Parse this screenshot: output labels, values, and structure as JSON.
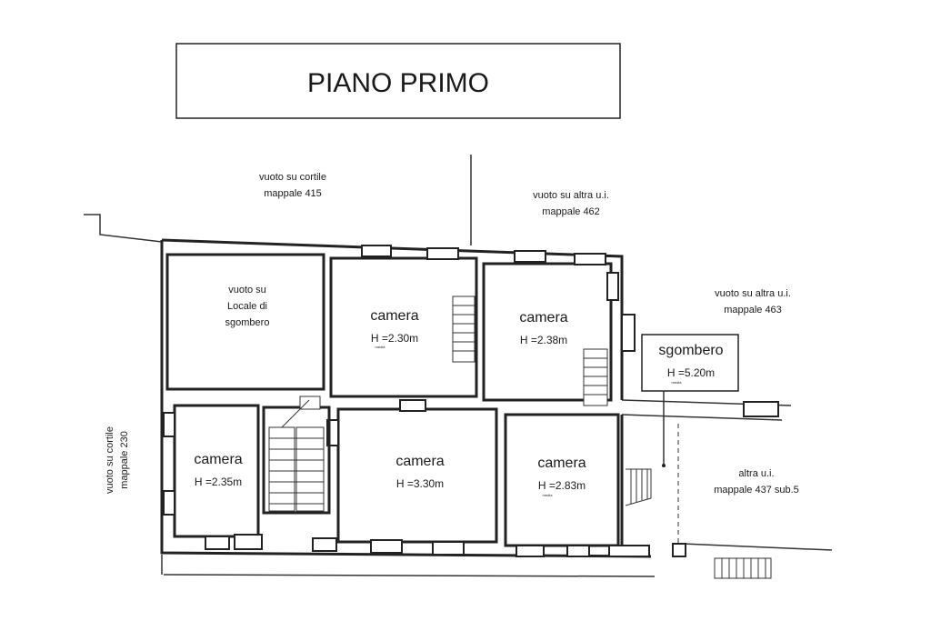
{
  "title": "PIANO PRIMO",
  "surroundings": {
    "cortile_415": [
      "vuoto su cortile",
      "mappale 415"
    ],
    "altra_462": [
      "vuoto su altra u.i.",
      "mappale 462"
    ],
    "altra_463": [
      "vuoto su altra u.i.",
      "mappale 463"
    ],
    "cortile_230": [
      "vuoto su cortile",
      "mappale 230"
    ],
    "altra_437": [
      "altra u.i.",
      "mappale 437 sub.5"
    ]
  },
  "rooms": {
    "void_sgombero": [
      "vuoto su",
      "Locale di",
      "sgombero"
    ],
    "camera_top_mid": {
      "name": "camera",
      "height": "H =2.30m",
      "note": "media"
    },
    "camera_top_right": {
      "name": "camera",
      "height": "H =2.38m"
    },
    "sgombero": {
      "name": "sgombero",
      "height": "H =5.20m",
      "note": "media"
    },
    "camera_bl": {
      "name": "camera",
      "height": "H =2.35m"
    },
    "camera_bm": {
      "name": "camera",
      "height": "H =3.30m"
    },
    "camera_br": {
      "name": "camera",
      "height": "H =2.83m",
      "note": "media"
    }
  }
}
